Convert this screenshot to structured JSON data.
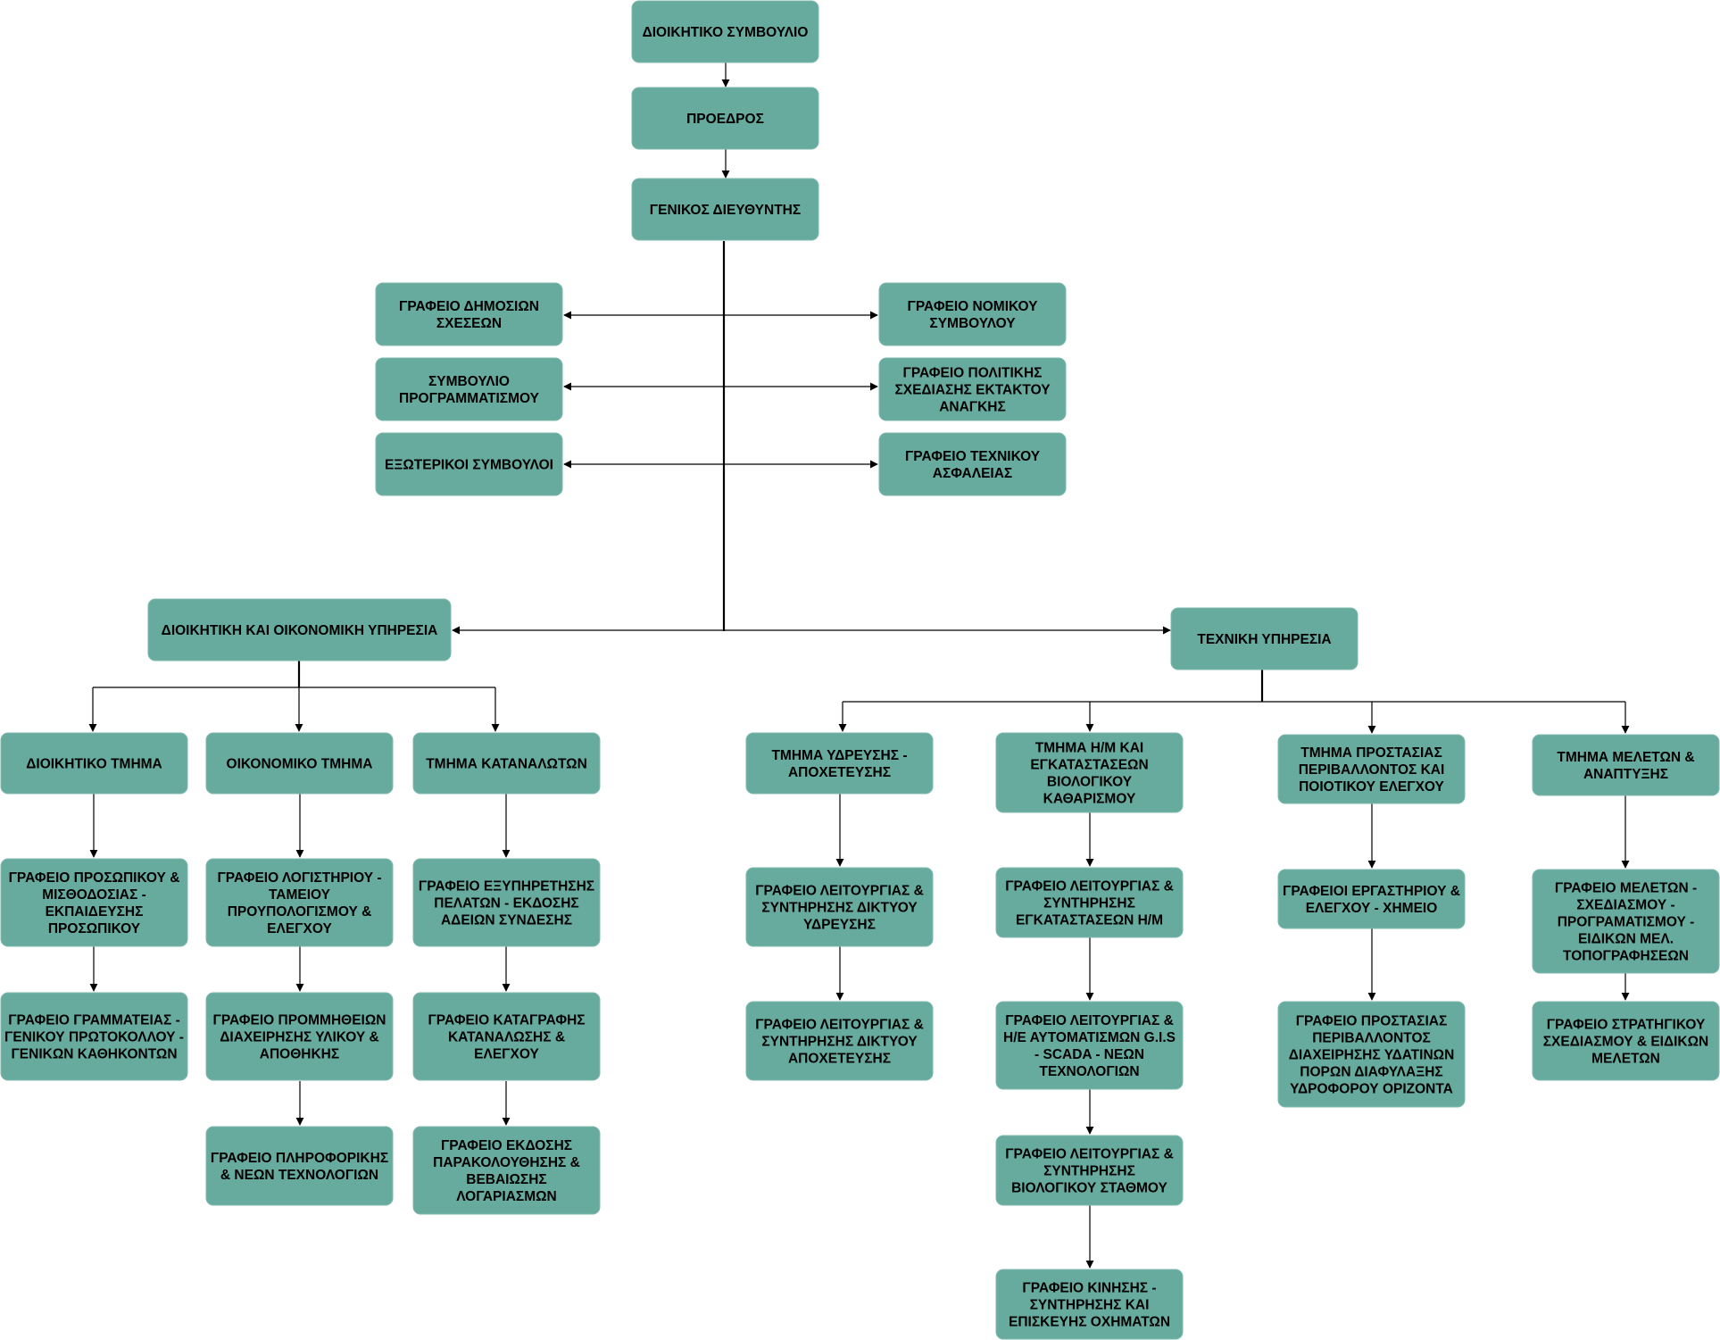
{
  "colors": {
    "box_fill": "#67ab9f",
    "box_border": "#7fb8ad",
    "line": "#000000",
    "text": "#000000"
  },
  "nodes": {
    "board": [
      "ΔΙΟΙΚΗΤΙΚΟ ΣΥΜΒΟΥΛΙΟ"
    ],
    "president": [
      "ΠΡΟΕΔΡΟΣ"
    ],
    "general_director": [
      "ΓΕΝΙΚΟΣ ΔΙΕΥΘΥΝΤΗΣ"
    ],
    "public_relations": [
      "ΓΡΑΦΕΙΟ ΔΗΜΟΣΙΩΝ",
      "ΣΧΕΣΕΩΝ"
    ],
    "planning_council": [
      "ΣΥΜΒΟΥΛΙΟ",
      "ΠΡΟΓΡΑΜΜΑΤΙΣΜΟΥ"
    ],
    "external_advisors": [
      "ΕΞΩΤΕΡΙΚΟΙ ΣΥΜΒΟΥΛΟΙ"
    ],
    "legal_advisor": [
      "ΓΡΑΦΕΙΟ ΝΟΜΙΚΟΥ",
      "ΣΥΜΒΟΥΛΟΥ"
    ],
    "civil_emergency": [
      "ΓΡΑΦΕΙΟ ΠΟΛΙΤΙΚΗΣ",
      "ΣΧΕΔΙΑΣΗΣ ΕΚΤΑΚΤΟΥ",
      "ΑΝΑΓΚΗΣ"
    ],
    "safety_technician": [
      "ΓΡΑΦΕΙΟ ΤΕΧΝΙΚΟΥ",
      "ΑΣΦΑΛΕΙΑΣ"
    ],
    "admin_finance_service": [
      "ΔΙΟΙΚΗΤΙΚΗ ΚΑΙ ΟΙΚΟΝΟΜΙΚΗ ΥΠΗΡΕΣΙΑ"
    ],
    "technical_service": [
      "ΤΕΧΝΙΚΗ ΥΠΗΡΕΣΙΑ"
    ],
    "admin_dept": [
      "ΔΙΟΙΚΗΤΙΚΟ ΤΜΗΜΑ"
    ],
    "finance_dept": [
      "ΟΙΚΟΝΟΜΙΚΟ ΤΜΗΜΑ"
    ],
    "consumers_dept": [
      "ΤΜΗΜΑ ΚΑΤΑΝΑΛΩΤΩΝ"
    ],
    "personnel_office": [
      "ΓΡΑΦΕΙΟ ΠΡΟΣΩΠΙΚΟΥ &",
      "ΜΙΣΘΟΔΟΣΙΑΣ -",
      "ΕΚΠΑΙΔΕΥΣΗΣ",
      "ΠΡΟΣΩΠΙΚΟΥ"
    ],
    "secretariat_office": [
      "ΓΡΑΦΕΙΟ ΓΡΑΜΜΑΤΕΙΑΣ -",
      "ΓΕΝΙΚΟΥ ΠΡΩΤΟΚΟΛΛΟΥ -",
      "ΓΕΝΙΚΩΝ ΚΑΘΗΚΟΝΤΩΝ"
    ],
    "accounting_office": [
      "ΓΡΑΦΕΙΟ ΛΟΓΙΣΤΗΡΙΟΥ -",
      "ΤΑΜΕΙΟΥ",
      "ΠΡΟΥΠΟΛΟΓΙΣΜΟΥ &",
      "ΕΛΕΓΧΟΥ"
    ],
    "procurement_office": [
      "ΓΡΑΦΕΙΟ ΠΡΟΜΜΗΘΕΙΩΝ",
      "ΔΙΑΧΕΙΡΗΣΗΣ ΥΛΙΚΟΥ &",
      "ΑΠΟΘΗΚΗΣ"
    ],
    "it_office": [
      "ΓΡΑΦΕΙΟ ΠΛΗΡΟΦΟΡΙΚΗΣ",
      "& ΝΕΩΝ ΤΕΧΝΟΛΟΓΙΩΝ"
    ],
    "customer_service_office": [
      "ΓΡΑΦΕΙΟ ΕΞΥΠΗΡΕΤΗΣΗΣ",
      "ΠΕΛΑΤΩΝ - ΕΚΔΟΣΗΣ",
      "ΑΔΕΙΩΝ ΣΥΝΔΕΣΗΣ"
    ],
    "metering_office": [
      "ΓΡΑΦΕΙΟ ΚΑΤΑΓΡΑΦΗΣ",
      "ΚΑΤΑΝΑΛΩΣΗΣ &",
      "ΕΛΕΓΧΟΥ"
    ],
    "billing_office": [
      "ΓΡΑΦΕΙΟ ΕΚΔΟΣΗΣ",
      "ΠΑΡΑΚΟΛΟΥΘΗΣΗΣ &",
      "ΒΕΒΑΙΩΣΗΣ",
      "ΛΟΓΑΡΙΑΣΜΩΝ"
    ],
    "water_sewage_dept": [
      "ΤΜΗΜΑ ΥΔΡΕΥΣΗΣ -",
      "ΑΠΟΧΕΤΕΥΣΗΣ"
    ],
    "em_plants_dept": [
      "ΤΜΗΜΑ Η/Μ ΚΑΙ",
      "ΕΓΚΑΤΑΣΤΑΣΕΩΝ",
      "ΒΙΟΛΟΓΙΚΟΥ",
      "ΚΑΘΑΡΙΣΜΟΥ"
    ],
    "environment_dept": [
      "ΤΜΗΜΑ ΠΡΟΣΤΑΣΙΑΣ",
      "ΠΕΡΙΒΑΛΛΟΝΤΟΣ ΚΑΙ",
      "ΠΟΙΟΤΙΚΟΥ ΕΛΕΓΧΟΥ"
    ],
    "studies_dept": [
      "ΤΜΗΜΑ ΜΕΛΕΤΩΝ &",
      "ΑΝΑΠΤΥΞΗΣ"
    ],
    "water_network_office": [
      "ΓΡΑΦΕΙΟ ΛΕΙΤΟΥΡΓΙΑΣ &",
      "ΣΥΝΤΗΡΗΣΗΣ ΔΙΚΤΥΟΥ",
      "ΥΔΡΕΥΣΗΣ"
    ],
    "sewage_network_office": [
      "ΓΡΑΦΕΙΟ ΛΕΙΤΟΥΡΓΙΑΣ &",
      "ΣΥΝΤΗΡΗΣΗΣ ΔΙΚΤΥΟΥ",
      "ΑΠΟΧΕΤΕΥΣΗΣ"
    ],
    "em_installations_office": [
      "ΓΡΑΦΕΙΟ ΛΕΙΤΟΥΡΓΙΑΣ &",
      "ΣΥΝΤΗΡΗΣΗΣ",
      "ΕΓΚΑΤΑΣΤΑΣΕΩΝ Η/Μ"
    ],
    "automation_office": [
      "ΓΡΑΦΕΙΟ ΛΕΙΤΟΥΡΓΙΑΣ &",
      "Η/Ε ΑΥΤΟΜΑΤΙΣΜΩΝ G.I.S",
      "- SCADA - ΝΕΩΝ",
      "ΤΕΧΝΟΛΟΓΙΩΝ"
    ],
    "bio_station_office": [
      "ΓΡΑΦΕΙΟ ΛΕΙΤΟΥΡΓΙΑΣ &",
      "ΣΥΝΤΗΡΗΣΗΣ",
      "ΒΙΟΛΟΓΙΚΟΥ ΣΤΑΘΜΟΥ"
    ],
    "vehicles_office": [
      "ΓΡΑΦΕΙΟ ΚΙΝΗΣΗΣ -",
      "ΣΥΝΤΗΡΗΣΗΣ ΚΑΙ",
      "ΕΠΙΣΚΕΥΗΣ ΟΧΗΜΑΤΩΝ"
    ],
    "laboratory_office": [
      "ΓΡΑΦΕΙΟΙ ΕΡΓΑΣΤΗΡΙΟΥ &",
      "ΕΛΕΓΧΟΥ - ΧΗΜΕΙΟ"
    ],
    "water_resources_office": [
      "ΓΡΑΦΕΙΟ ΠΡΟΣΤΑΣΙΑΣ",
      "ΠΕΡΙΒΑΛΛΟΝΤΟΣ",
      "ΔΙΑΧΕΙΡΗΣΗΣ ΥΔΑΤΙΝΩΝ",
      "ΠΟΡΩΝ ΔΙΑΦΥΛΑΞΗΣ",
      "ΥΔΡΟΦΟΡΟΥ ΟΡΙΖΟΝΤΑ"
    ],
    "studies_planning_office": [
      "ΓΡΑΦΕΙΟ ΜΕΛΕΤΩΝ -",
      "ΣΧΕΔΙΑΣΜΟΥ -",
      "ΠΡΟΓΡΑΜΑΤΙΣΜΟΥ -",
      "ΕΙΔΙΚΩΝ ΜΕΛ.",
      "ΤΟΠΟΓΡΑΦΗΣΕΩΝ"
    ],
    "strategic_planning_office": [
      "ΓΡΑΦΕΙΟ ΣΤΡΑΤΗΓΙΚΟΥ",
      "ΣΧΕΔΙΑΣΜΟΥ & ΕΙΔΙΚΩΝ",
      "ΜΕΛΕΤΩΝ"
    ]
  }
}
